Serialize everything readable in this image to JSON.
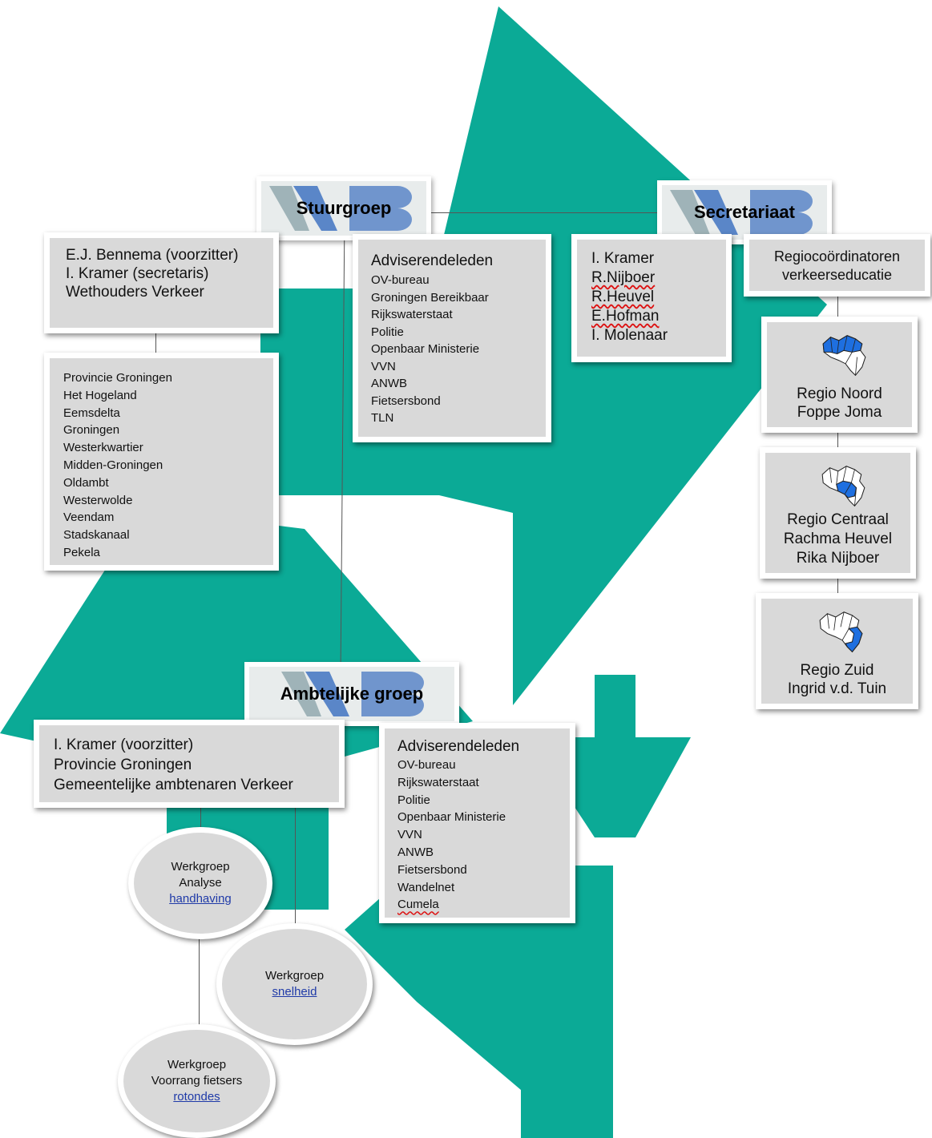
{
  "colors": {
    "teal": "#0baa96",
    "box": "#d9d9d9",
    "highlight": "#1e6fe0"
  },
  "stuurgroep": {
    "title": "Stuurgroep",
    "members": [
      "E.J. Bennema (voorzitter)",
      "I. Kramer (secretaris)",
      "Wethouders Verkeer"
    ],
    "municipalities": [
      "Provincie Groningen",
      "Het Hogeland",
      "Eemsdelta",
      "Groningen",
      "Westerkwartier",
      "Midden-Groningen",
      "Oldambt",
      "Westerwolde",
      "Veendam",
      "Stadskanaal",
      "Pekela"
    ],
    "advisory_title": "Adviserendeleden",
    "advisory": [
      "OV-bureau",
      "Groningen Bereikbaar",
      "Rijkswaterstaat",
      "Politie",
      "Openbaar Ministerie",
      "VVN",
      "ANWB",
      "Fietsersbond",
      "TLN"
    ]
  },
  "secretariaat": {
    "title": "Secretariaat",
    "members": [
      "I. Kramer",
      "R.Nijboer",
      "R.Heuvel",
      "E.Hofman",
      "I. Molenaar"
    ],
    "regio_header": [
      "Regiocoördinatoren",
      "verkeerseducatie"
    ],
    "regions": [
      {
        "lines": [
          "Regio Noord",
          "Foppe Joma"
        ],
        "icon": "region-map-north-icon"
      },
      {
        "lines": [
          "Regio Centraal",
          "Rachma Heuvel",
          "Rika Nijboer"
        ],
        "icon": "region-map-central-icon"
      },
      {
        "lines": [
          "Regio Zuid",
          "Ingrid v.d. Tuin"
        ],
        "icon": "region-map-south-icon"
      }
    ]
  },
  "ambtelijk": {
    "title": "Ambtelijke groep",
    "members": [
      "I. Kramer (voorzitter)",
      "Provincie Groningen",
      "Gemeentelijke ambtenaren Verkeer"
    ],
    "advisory_title": "Adviserendeleden",
    "advisory": [
      "OV-bureau",
      "Rijkswaterstaat",
      "Politie",
      "Openbaar Ministerie",
      "VVN",
      "ANWB",
      "Fietsersbond",
      "Wandelnet",
      "Cumela"
    ]
  },
  "werkgroepen": [
    {
      "lines": [
        "Werkgroep",
        "Analyse"
      ],
      "link": "handhaving"
    },
    {
      "lines": [
        "Werkgroep"
      ],
      "link": "snelheid"
    },
    {
      "lines": [
        "Werkgroep",
        "Voorrang fietsers"
      ],
      "link": "rotondes"
    }
  ]
}
